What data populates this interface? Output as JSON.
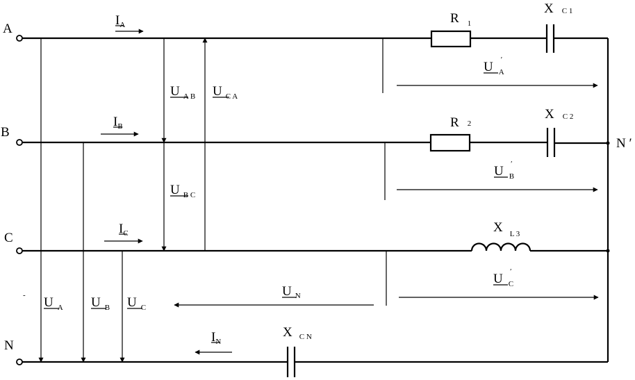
{
  "terminals": {
    "a": "A",
    "b": "B",
    "c": "C",
    "n": "N"
  },
  "currents": {
    "ia": {
      "main": "I",
      "sub": "A"
    },
    "ib": {
      "main": "I",
      "sub": "B"
    },
    "ic": {
      "main": "I",
      "sub": "C"
    },
    "in": {
      "main": "I",
      "sub": "N"
    }
  },
  "line_voltages": {
    "uab": {
      "main": "U",
      "sub": "A B"
    },
    "uca": {
      "main": "U",
      "sub": "C A"
    },
    "ubc": {
      "main": "U",
      "sub": "B C"
    }
  },
  "phase_voltages": {
    "ua": {
      "main": "U",
      "sub": "A"
    },
    "ub": {
      "main": "U",
      "sub": "B"
    },
    "uc": {
      "main": "U",
      "sub": "C"
    },
    "un": {
      "main": "U",
      "sub": "N"
    }
  },
  "load_voltages": {
    "ua_prime": {
      "main": "U",
      "sub": "A",
      "mark": "′"
    },
    "ub_prime": {
      "main": "U",
      "sub": "B",
      "mark": "′"
    },
    "uc_prime": {
      "main": "U",
      "sub": "C",
      "mark": "′"
    }
  },
  "components": {
    "r1": {
      "main": "R",
      "sub": "1"
    },
    "r2": {
      "main": "R",
      "sub": "2"
    },
    "xc1": {
      "main": "X",
      "sub": "C 1"
    },
    "xc2": {
      "main": "X",
      "sub": "C 2"
    },
    "xl3": {
      "main": "X",
      "sub": "L 3"
    },
    "xcn": {
      "main": "X",
      "sub": "C N"
    }
  },
  "neutral_point": "N ′",
  "stray_mark": "-"
}
